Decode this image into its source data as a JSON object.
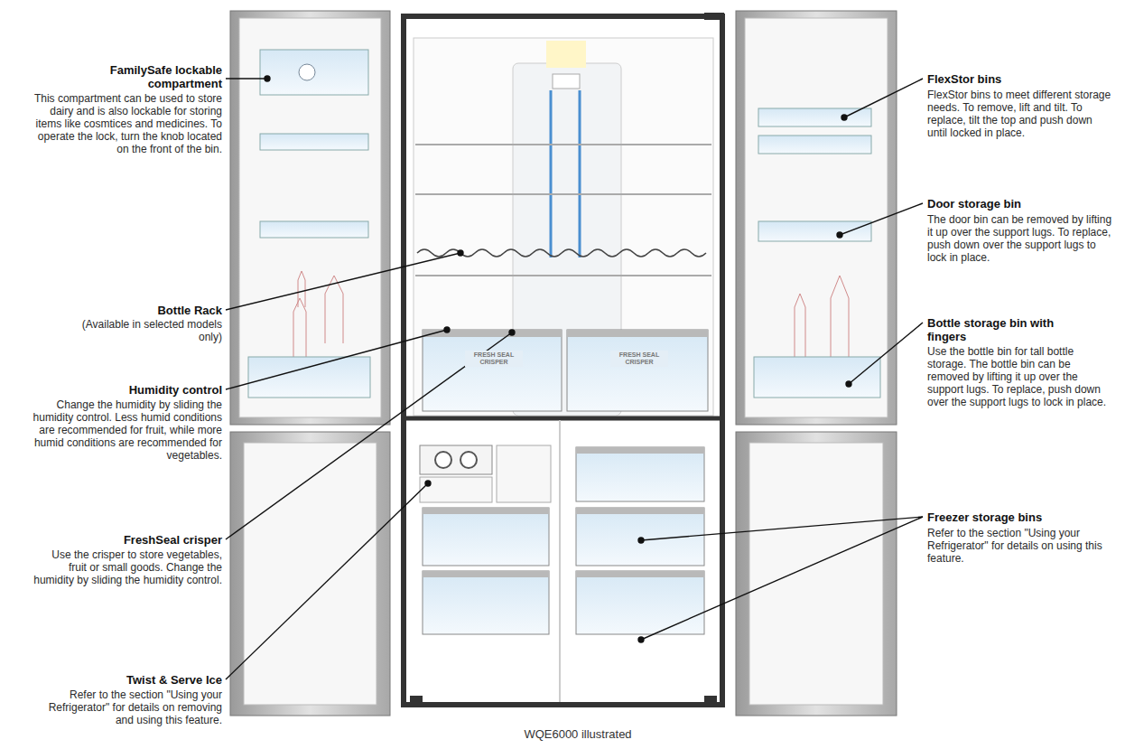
{
  "diagram": {
    "caption": "WQE6000 illustrated",
    "labels": [
      "FamilySafe lockable compartment",
      "This compartment can be used to store dairy and is also lockable for storing items like cosmtices and medicines. To operate the lock, turn the knob located on the front of the bin.",
      "Bottle Rack",
      "(Available in selected models only)",
      "Humidity control",
      "Change the humidity by sliding the humidity control. Less humid conditions are recommended for fruit, while more humid conditions are recommended for vegetables.",
      "FreshSeal crisper",
      "Use the crisper to store vegetables, fruit or small goods. Change the humidity by sliding the humidity control.",
      "Twist & Serve Ice",
      "Refer to the section \"Using your Refrigerator\" for details on removing and using this feature.",
      "FlexStor bins",
      "FlexStor bins to meet different storage needs. To remove, lift and tilt. To replace, tilt the top and push down until locked in place.",
      "Door storage bin",
      "The door bin can be removed by lifting it up over the support lugs. To replace, push down over the support lugs to lock in place.",
      "Bottle storage bin with fingers",
      "Use the bottle bin for tall bottle storage. The bottle bin can be removed by lifting it up over the support lugs. To replace, push down over the support lugs to lock in place.",
      "Freezer storage bins",
      "Refer to the section \"Using your Refrigerator\" for details on using this feature.",
      "FRESH SEAL CRISPER",
      "FRESH SEAL CRISPER"
    ]
  }
}
